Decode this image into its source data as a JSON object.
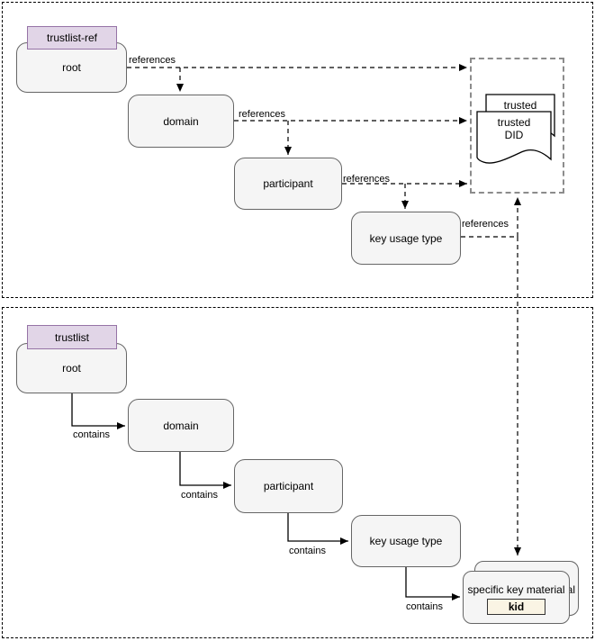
{
  "top_section": {
    "header": "trustlist-ref",
    "root": "root",
    "domain": "domain",
    "participant": "participant",
    "key_usage_type": "key usage type",
    "ref_label_1": "references",
    "ref_label_2": "references",
    "ref_label_3": "references",
    "ref_label_4": "references",
    "trusted_doc_back": "trusted",
    "trusted_doc_front": "trusted DID"
  },
  "bottom_section": {
    "header": "trustlist",
    "root": "root",
    "domain": "domain",
    "participant": "participant",
    "key_usage_type": "key usage type",
    "contains_label_1": "contains",
    "contains_label_2": "contains",
    "contains_label_3": "contains",
    "contains_label_4": "contains",
    "stack_front": "specific key material",
    "stack_back": "specific key material",
    "kid": "kid"
  },
  "colors": {
    "node_fill": "#f5f5f5",
    "node_border": "#666666",
    "header_fill": "#e1d5e7",
    "header_border": "#9673a6",
    "kid_fill": "#faf4e4",
    "kid_border": "#333333",
    "connector": "#000000",
    "container_border": "#8c8c8c"
  }
}
